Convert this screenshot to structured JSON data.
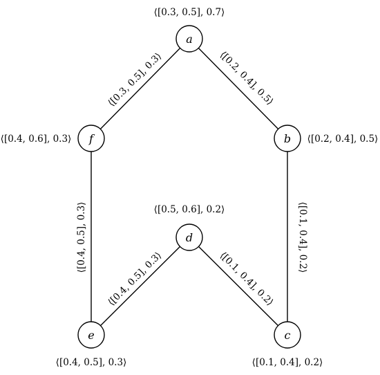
{
  "graph": {
    "nodes": [
      {
        "id": "a",
        "name": "a",
        "label": "⟨[0.3, 0.5], 0.7⟩"
      },
      {
        "id": "b",
        "name": "b",
        "label": "⟨[0.2, 0.4], 0.5⟩"
      },
      {
        "id": "c",
        "name": "c",
        "label": "⟨[0.1, 0.4], 0.2⟩"
      },
      {
        "id": "d",
        "name": "d",
        "label": "⟨[0.5, 0.6], 0.2⟩"
      },
      {
        "id": "e",
        "name": "e",
        "label": "⟨[0.4, 0.5], 0.3⟩"
      },
      {
        "id": "f",
        "name": "f",
        "label": "⟨[0.4, 0.6], 0.3⟩"
      }
    ],
    "edges": [
      {
        "id": "af",
        "from": "a",
        "to": "f",
        "label": "⟨[0.3, 0.5], 0.3⟩"
      },
      {
        "id": "ab",
        "from": "a",
        "to": "b",
        "label": "⟨[0.2, 0.4], 0.5⟩"
      },
      {
        "id": "fe",
        "from": "f",
        "to": "e",
        "label": "⟨[0.4, 0.5], 0.3⟩"
      },
      {
        "id": "bc",
        "from": "b",
        "to": "c",
        "label": "⟨[0.1, 0.4], 0.2⟩"
      },
      {
        "id": "de",
        "from": "d",
        "to": "e",
        "label": "⟨[0.4, 0.5], 0.3⟩"
      },
      {
        "id": "dc",
        "from": "d",
        "to": "c",
        "label": "⟨[0.1, 0.4], 0.2⟩"
      }
    ]
  }
}
